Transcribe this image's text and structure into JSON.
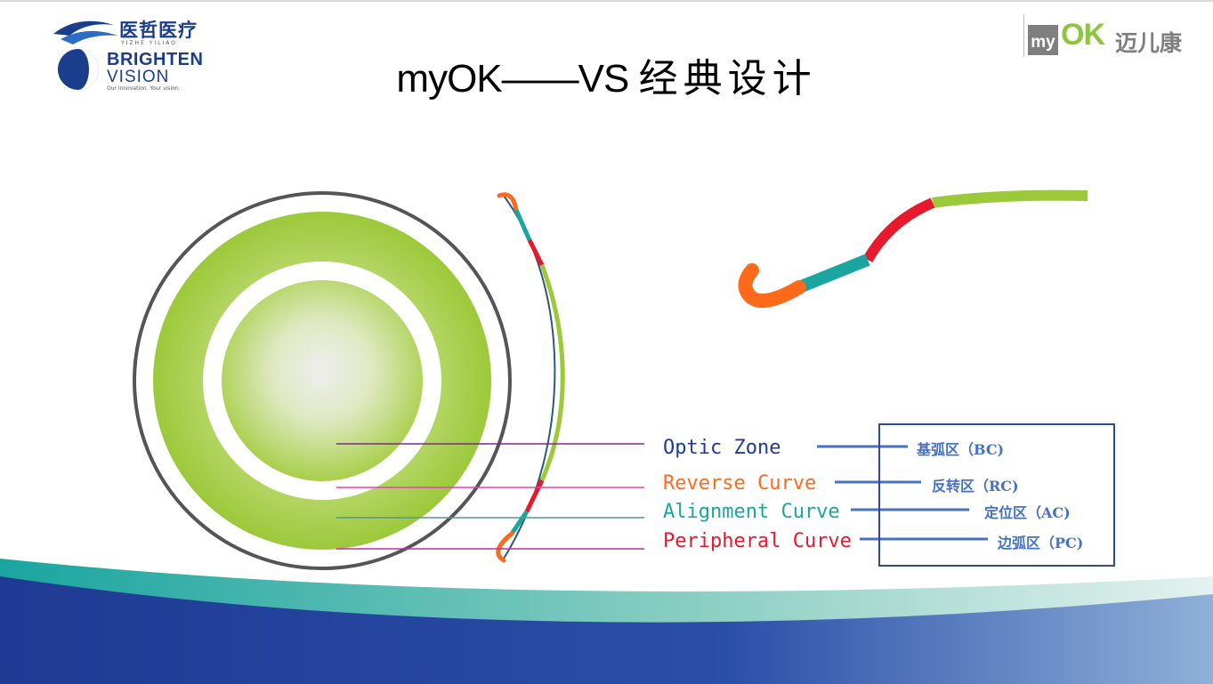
{
  "header": {
    "title_en": "myOK——VS",
    "title_cn": "经典设计"
  },
  "logo_left": {
    "cn_name": "医哲医疗",
    "pinyin": "YIZHE YILIAO",
    "brand_line1": "BRIGHTEN",
    "brand_line2": "VISION",
    "tagline": "Our innovation. Your vision."
  },
  "logo_right": {
    "my": "my",
    "ok": "OK",
    "cn_name": "迈儿康"
  },
  "zones": [
    {
      "name": "Optic Zone",
      "cn": "基弧区（BC)",
      "color": "#1f3a93"
    },
    {
      "name": "Reverse Curve",
      "cn": "反转区（RC)",
      "color": "#ff6a1a"
    },
    {
      "name": "Alignment Curve",
      "cn": "定位区（AC)",
      "color": "#1aa5a0"
    },
    {
      "name": "Peripheral Curve",
      "cn": "边弧区（PC)",
      "color": "#e8192c"
    }
  ],
  "colors": {
    "lens_green": "#9cc93a",
    "lens_center": "#e8e8e8",
    "outer_ring": "#555555",
    "pointer_line": "#4472c4",
    "leader_optic": "#7b2a8a",
    "leader_reverse": "#e040c0",
    "leader_alignment": "#4a9a9a",
    "leader_peripheral": "#c0309a",
    "band_blue": "#1f3a93",
    "band_teal": "#1aa5a0"
  }
}
